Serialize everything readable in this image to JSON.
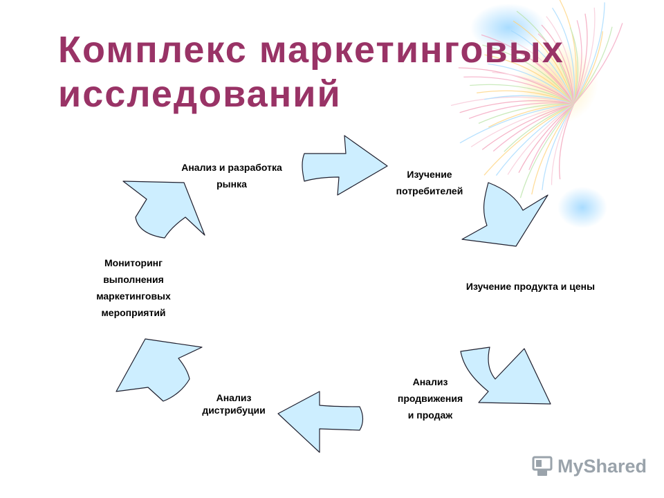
{
  "slide": {
    "title_lines": [
      "Комплекс маркетинговых",
      "исследований"
    ]
  },
  "cycle": {
    "steps": [
      {
        "id": "market",
        "lines": [
          "Анализ и разработка",
          "рынка"
        ]
      },
      {
        "id": "consumers",
        "lines": [
          "Изучение",
          "потребителей"
        ]
      },
      {
        "id": "product-price",
        "lines": [
          "Изучение продукта и цены"
        ]
      },
      {
        "id": "promotion-sales",
        "lines": [
          "Анализ",
          "продвижения",
          "и продаж"
        ]
      },
      {
        "id": "distribution",
        "lines": [
          "Анализ",
          "дистрибуции"
        ]
      },
      {
        "id": "monitoring",
        "lines": [
          "Мониторинг",
          "выполнения",
          "маркетинговых",
          "мероприятий"
        ]
      }
    ]
  },
  "watermark": {
    "text": "MyShared",
    "icon": "mouse-icon"
  },
  "colors": {
    "title": "#993366",
    "arrow_fill": "#cdeeff",
    "arrow_stroke": "#1f1f2e",
    "watermark": "#9aa3ab"
  }
}
